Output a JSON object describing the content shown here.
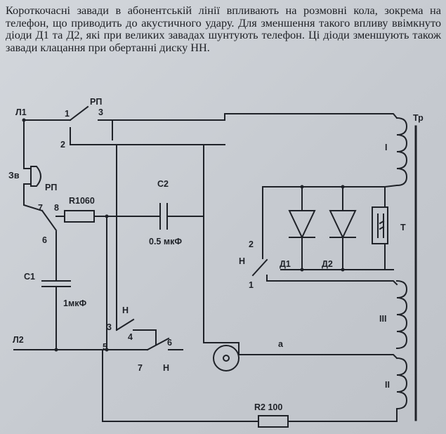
{
  "intro_text": "Короткочасні завади в абонентській лінії впливають на розмовні кола, зокрема на телефон, що приводить до акустичного удару. Для зменшення такого впливу ввімкнуто діоди Д1 та Д2, які при великих завадах шунтують телефон. Ці діоди зменшують також завади клацання при обертанні диску НН.",
  "labels": {
    "l1": "Л1",
    "l2": "Л2",
    "rp_top": "РП",
    "rp_mid": "РП",
    "zv": "Зв",
    "r1": "R1060",
    "c1": "С1",
    "c1_val": "1мкФ",
    "c2": "С2",
    "c2_val": "0.5 мкФ",
    "r2": "R2 100",
    "tr": "Тр",
    "t": "Т",
    "d1": "Д1",
    "d2": "Д2",
    "n_mid": "Н",
    "n_h1": "Н",
    "n_h2": "Н",
    "a": "а",
    "winding_1": "I",
    "winding_3": "III",
    "winding_2": "II",
    "n1": "1",
    "n2": "2",
    "n3": "3",
    "n7": "7",
    "n8": "8",
    "n6": "6",
    "nn2": "2",
    "nn1": "1",
    "nh3": "3",
    "nh4": "4",
    "nh5": "5",
    "nh6": "6",
    "nh7": "7"
  }
}
